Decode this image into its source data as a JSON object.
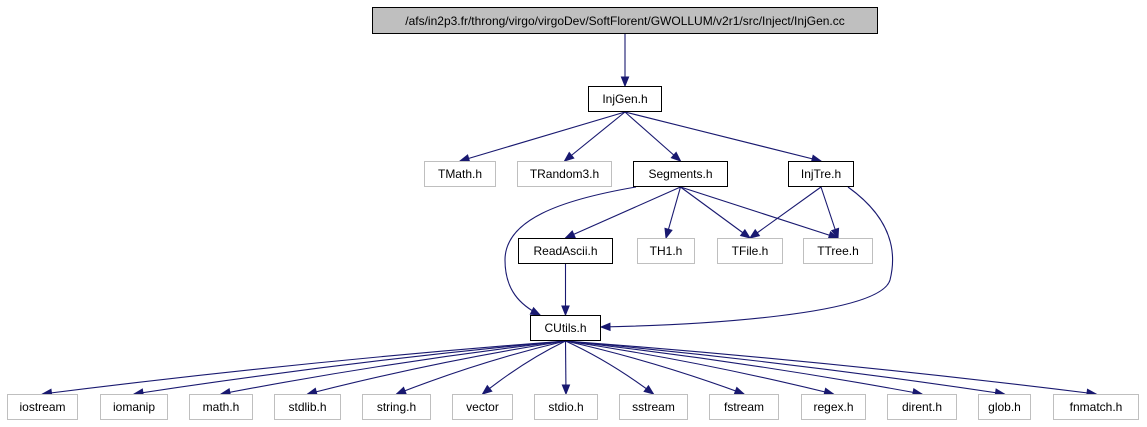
{
  "graph": {
    "nodes": {
      "root": {
        "label": "/afs/in2p3.fr/throng/virgo/virgoDev/SoftFlorent/GWOLLUM/v2r1/src/Inject/InjGen.cc",
        "kind": "root"
      },
      "injgen": {
        "label": "InjGen.h",
        "kind": "doc"
      },
      "tmath": {
        "label": "TMath.h",
        "kind": "ext"
      },
      "trandom3": {
        "label": "TRandom3.h",
        "kind": "ext"
      },
      "segments": {
        "label": "Segments.h",
        "kind": "doc"
      },
      "injtre": {
        "label": "InjTre.h",
        "kind": "doc"
      },
      "readascii": {
        "label": "ReadAscii.h",
        "kind": "doc"
      },
      "th1": {
        "label": "TH1.h",
        "kind": "ext"
      },
      "tfile": {
        "label": "TFile.h",
        "kind": "ext"
      },
      "ttree": {
        "label": "TTree.h",
        "kind": "ext"
      },
      "cutils": {
        "label": "CUtils.h",
        "kind": "doc"
      },
      "iostream": {
        "label": "iostream",
        "kind": "ext"
      },
      "iomanip": {
        "label": "iomanip",
        "kind": "ext"
      },
      "math": {
        "label": "math.h",
        "kind": "ext"
      },
      "stdlib": {
        "label": "stdlib.h",
        "kind": "ext"
      },
      "string": {
        "label": "string.h",
        "kind": "ext"
      },
      "vector": {
        "label": "vector",
        "kind": "ext"
      },
      "stdio": {
        "label": "stdio.h",
        "kind": "ext"
      },
      "sstream": {
        "label": "sstream",
        "kind": "ext"
      },
      "fstream": {
        "label": "fstream",
        "kind": "ext"
      },
      "regex": {
        "label": "regex.h",
        "kind": "ext"
      },
      "dirent": {
        "label": "dirent.h",
        "kind": "ext"
      },
      "glob": {
        "label": "glob.h",
        "kind": "ext"
      },
      "fnmatch": {
        "label": "fnmatch.h",
        "kind": "ext"
      }
    },
    "edges": [
      [
        "root",
        "injgen"
      ],
      [
        "injgen",
        "tmath"
      ],
      [
        "injgen",
        "trandom3"
      ],
      [
        "injgen",
        "segments"
      ],
      [
        "injgen",
        "injtre"
      ],
      [
        "segments",
        "cutils"
      ],
      [
        "segments",
        "readascii"
      ],
      [
        "segments",
        "th1"
      ],
      [
        "segments",
        "tfile"
      ],
      [
        "segments",
        "ttree"
      ],
      [
        "injtre",
        "tfile"
      ],
      [
        "injtre",
        "ttree"
      ],
      [
        "injtre",
        "cutils"
      ],
      [
        "readascii",
        "cutils"
      ],
      [
        "cutils",
        "iostream"
      ],
      [
        "cutils",
        "iomanip"
      ],
      [
        "cutils",
        "math"
      ],
      [
        "cutils",
        "stdlib"
      ],
      [
        "cutils",
        "string"
      ],
      [
        "cutils",
        "vector"
      ],
      [
        "cutils",
        "stdio"
      ],
      [
        "cutils",
        "sstream"
      ],
      [
        "cutils",
        "fstream"
      ],
      [
        "cutils",
        "regex"
      ],
      [
        "cutils",
        "dirent"
      ],
      [
        "cutils",
        "glob"
      ],
      [
        "cutils",
        "fnmatch"
      ]
    ],
    "colors": {
      "edge": "#191970",
      "doc_border": "#000000",
      "ext_border": "#bfbfbf",
      "root_fill": "#bfbfbf"
    }
  }
}
